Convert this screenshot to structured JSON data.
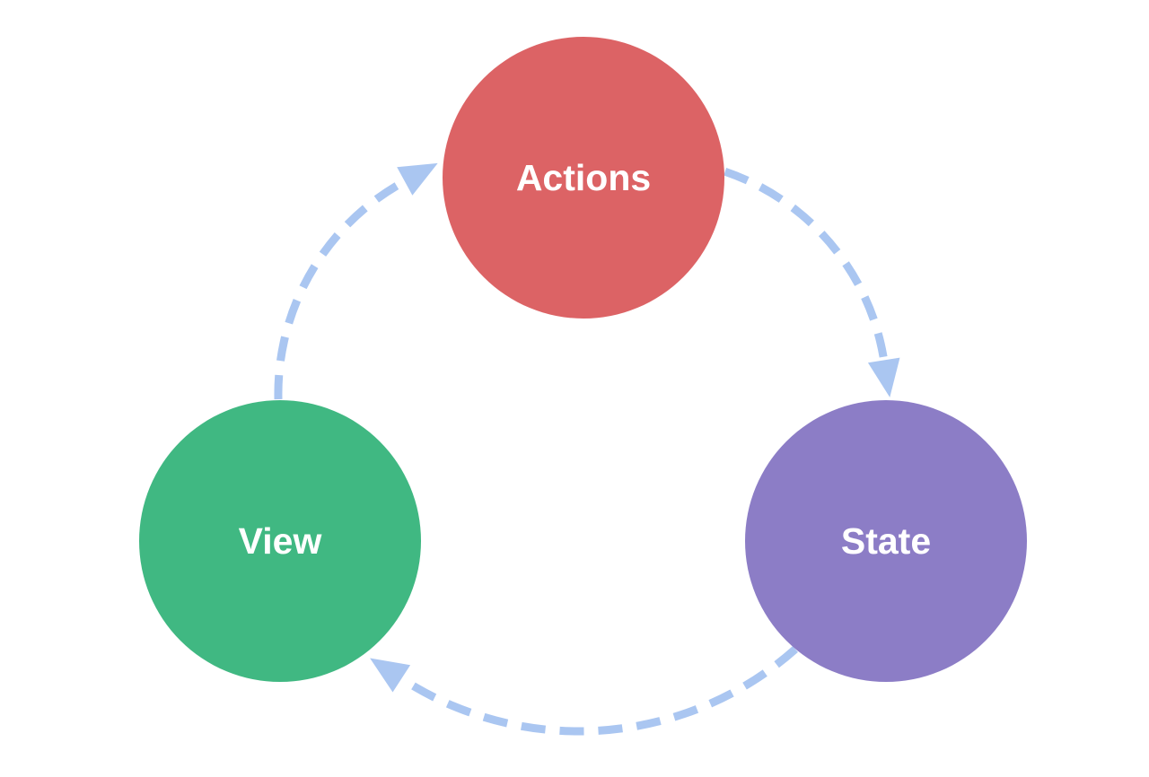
{
  "diagram": {
    "background_color": "#ffffff",
    "label_text_color": "#ffffff",
    "arrow": {
      "color": "#aac6f1",
      "style": "dashed",
      "direction": "clockwise"
    },
    "nodes": [
      {
        "id": "actions",
        "label": "Actions",
        "color": "#dc6365"
      },
      {
        "id": "state",
        "label": "State",
        "color": "#8c7dc6"
      },
      {
        "id": "view",
        "label": "View",
        "color": "#40b882"
      }
    ],
    "flows": [
      {
        "from": "Actions",
        "to": "State"
      },
      {
        "from": "State",
        "to": "View"
      },
      {
        "from": "View",
        "to": "Actions"
      }
    ]
  }
}
